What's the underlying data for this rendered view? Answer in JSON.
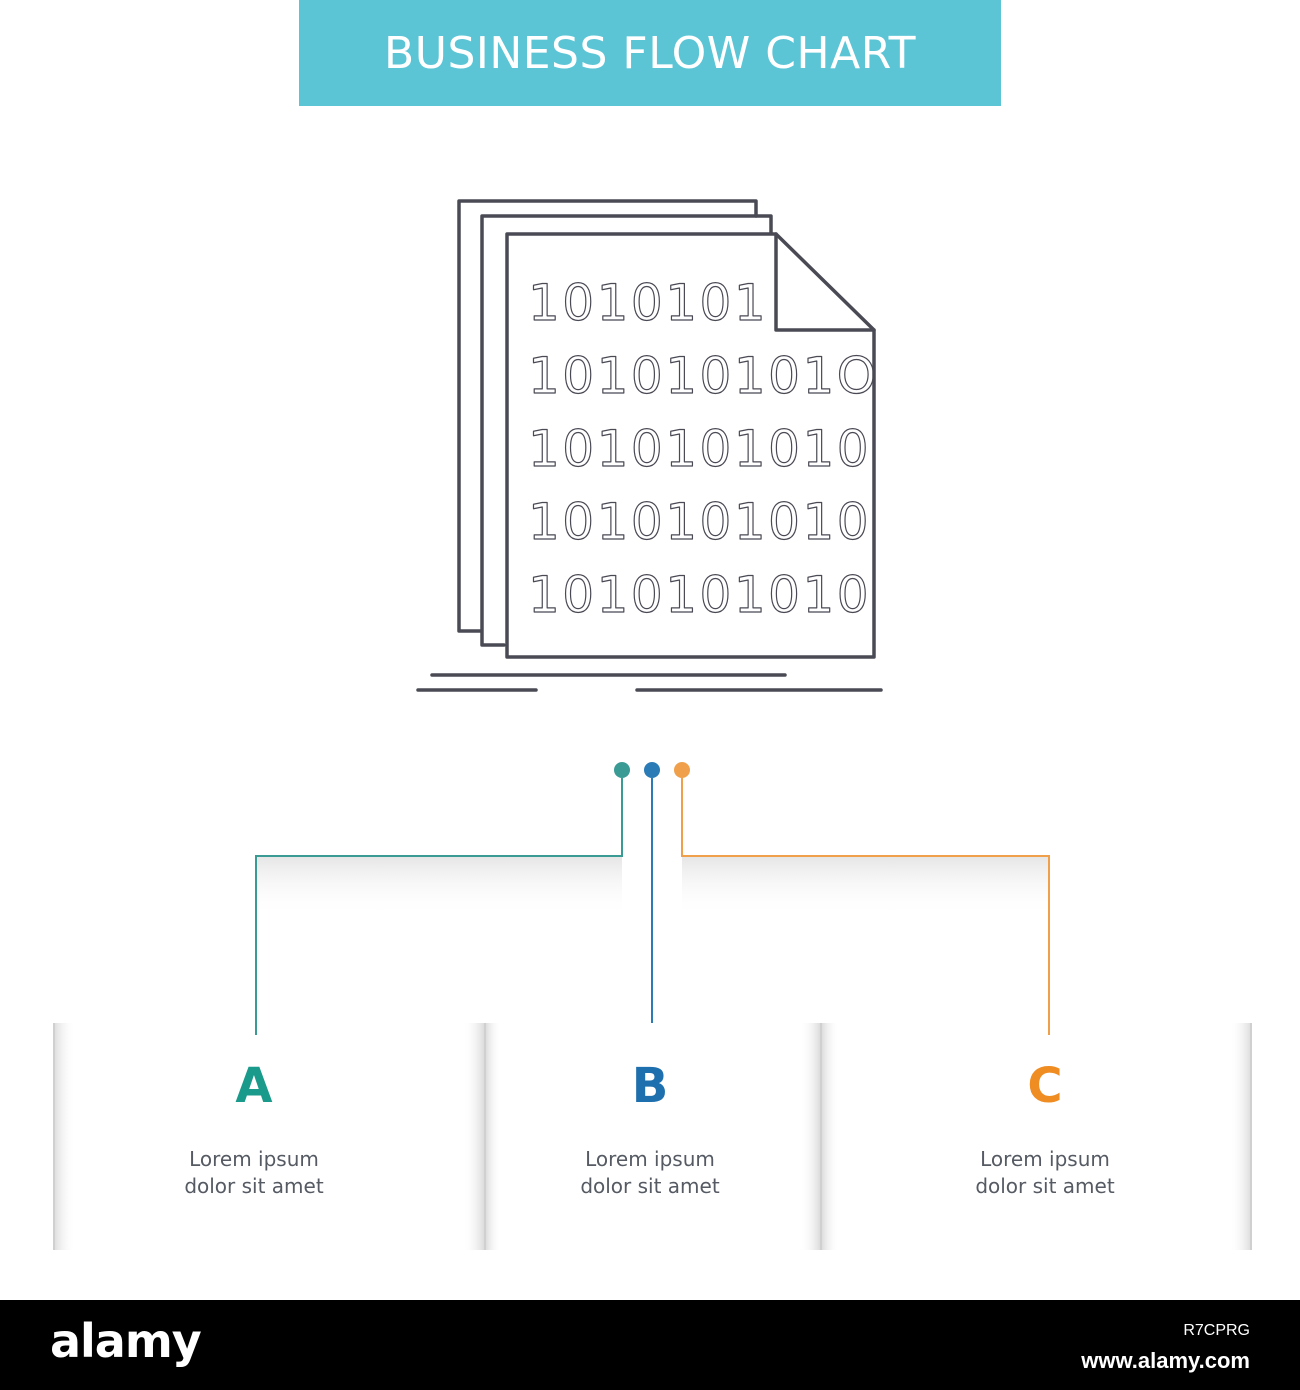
{
  "title": "BUSINESS FLOW CHART",
  "icon": {
    "name": "binary-files-icon",
    "stroke": "#4a4a55"
  },
  "binary_rows": [
    "1010101",
    "101010101O",
    "1010101010",
    "1010101010",
    "1010101010"
  ],
  "colors": {
    "banner": "#5bc5d6",
    "a": "#1a9a8a",
    "b": "#1e6fad",
    "c": "#ef8c22",
    "line_a": "#3a9b94",
    "line_b": "#2b7bb6",
    "line_c": "#f0a04b"
  },
  "steps": [
    {
      "letter": "A",
      "text_line1": "Lorem ipsum",
      "text_line2": "dolor sit amet"
    },
    {
      "letter": "B",
      "text_line1": "Lorem ipsum",
      "text_line2": "dolor sit amet"
    },
    {
      "letter": "C",
      "text_line1": "Lorem ipsum",
      "text_line2": "dolor sit amet"
    }
  ],
  "footer": {
    "logo": "alamy",
    "image_id": "R7CPRG",
    "url": "www.alamy.com"
  }
}
